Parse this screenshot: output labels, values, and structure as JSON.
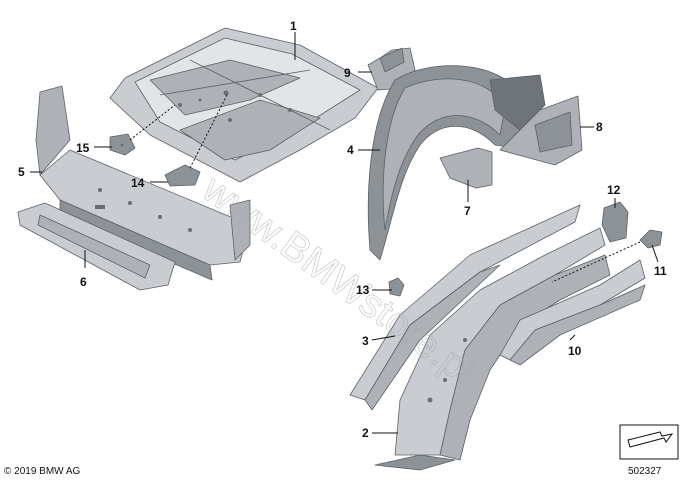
{
  "callouts": [
    "1",
    "2",
    "3",
    "4",
    "5",
    "6",
    "7",
    "8",
    "9",
    "10",
    "11",
    "12",
    "13",
    "14",
    "15"
  ],
  "watermark": "www.BMWstore.pl",
  "footer": {
    "copyright": "© 2019 BMW AG",
    "ref_number": "502327"
  }
}
